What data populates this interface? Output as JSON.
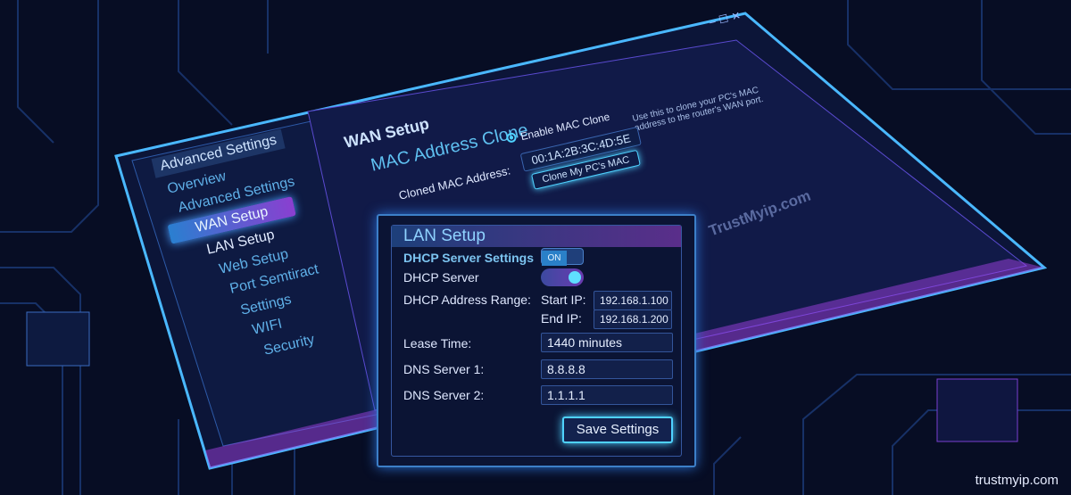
{
  "window": {
    "controls": [
      "–",
      "☐",
      "✕"
    ]
  },
  "sidebar": {
    "title": "Advanced Settings",
    "items": [
      {
        "label": "Overview"
      },
      {
        "label": "Advanced Settings"
      },
      {
        "label": "WAN Setup",
        "active": true
      },
      {
        "label": "LAN Setup"
      },
      {
        "label": "Web Setup"
      },
      {
        "label": "Port Semtiract"
      },
      {
        "label": "Settings"
      },
      {
        "label": "WIFI"
      },
      {
        "label": "Security"
      }
    ]
  },
  "wan": {
    "title": "WAN Setup",
    "section": "MAC Address Clone",
    "enable_label": "Enable MAC Clone",
    "cloned_label": "Cloned MAC Address:",
    "mac_value": "00:1A:2B:3C:4D:5E",
    "clone_button": "Clone My PC's MAC",
    "help": "Use this to clone your PC's MAC",
    "help2": "address to the router's WAN port."
  },
  "watermark": "TrustMyip.com",
  "lan": {
    "title": "LAN Setup",
    "dhcp_settings_label": "DHCP Server Settings",
    "dhcp_settings_toggle": "ON",
    "dhcp_server_label": "DHCP Server",
    "dhcp_server_on": true,
    "range_label": "DHCP Address Range:",
    "start_label": "Start IP:",
    "start_value": "192.168.1.100",
    "end_label": "End IP:",
    "end_value": "192.168.1.200",
    "lease_label": "Lease Time:",
    "lease_value": "1440 minutes",
    "dns1_label": "DNS Server 1:",
    "dns1_value": "8.8.8.8",
    "dns2_label": "DNS Server 2:",
    "dns2_value": "1.1.1.1",
    "save_button": "Save Settings"
  },
  "footer": "trustmyip.com",
  "colors": {
    "accent": "#4fd2ff",
    "purple": "#8a3fd0",
    "background": "#070d24"
  }
}
